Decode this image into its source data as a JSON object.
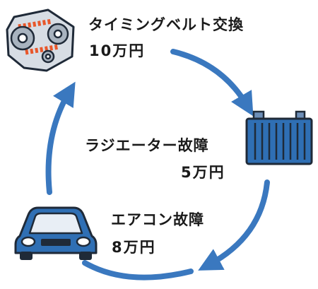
{
  "items": [
    {
      "label": "タイミングベルト交換",
      "cost": "10万円",
      "icon": "timing-belt-icon"
    },
    {
      "label": "ラジエーター故障",
      "cost": "5万円",
      "icon": "radiator-icon"
    },
    {
      "label": "エアコン故障",
      "cost": "8万円",
      "icon": "car-icon"
    }
  ],
  "colors": {
    "arrow": "#3a78bf",
    "car_body": "#2f6fb4",
    "radiator": "#2f6fb4",
    "belt_accent": "#e8572a",
    "outline": "#1f2a38",
    "text": "#1a1a1a"
  }
}
